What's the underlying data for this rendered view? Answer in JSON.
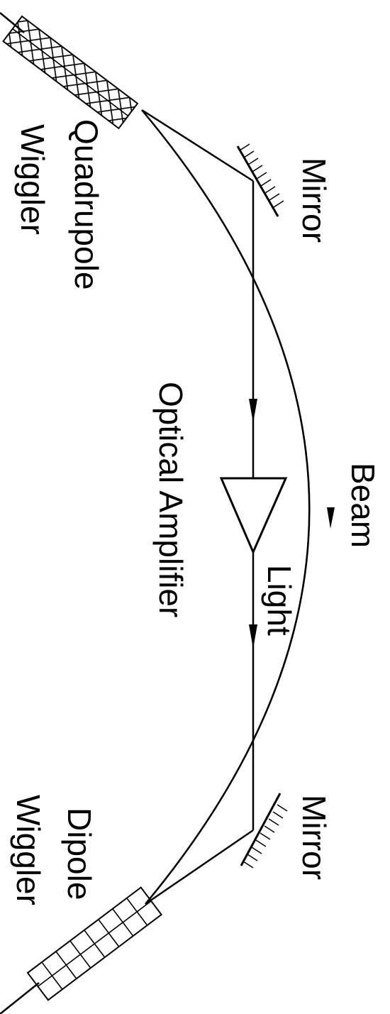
{
  "labels": {
    "quadrupole_line1": "Quadrupole",
    "quadrupole_line2": "Wiggler",
    "dipole_line1": "Dipole",
    "dipole_line2": "Wiggler",
    "mirror_top": "Mirror",
    "mirror_bottom": "Mirror",
    "optical_amplifier": "Optical Amplifier",
    "beam": "Beam",
    "light": "Light"
  },
  "colors": {
    "stroke": "#000000",
    "background": "#ffffff"
  }
}
